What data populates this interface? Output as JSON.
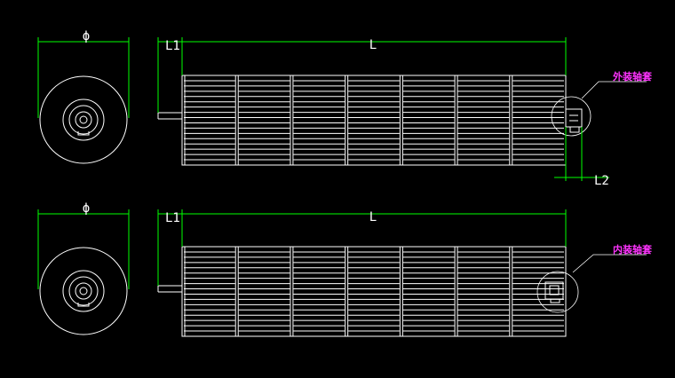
{
  "drawing": {
    "colors": {
      "background": "#000000",
      "outline": "#ffffff",
      "dimension": "#00ff00",
      "note": "#ff33ff"
    },
    "top_view": {
      "diameter_label": "ϕ",
      "l1_label": "L1",
      "length_label": "L",
      "l2_label": "L2",
      "note": "外装轴套"
    },
    "bottom_view": {
      "diameter_label": "ϕ",
      "l1_label": "L1",
      "length_label": "L",
      "note": "内装轴套"
    }
  }
}
